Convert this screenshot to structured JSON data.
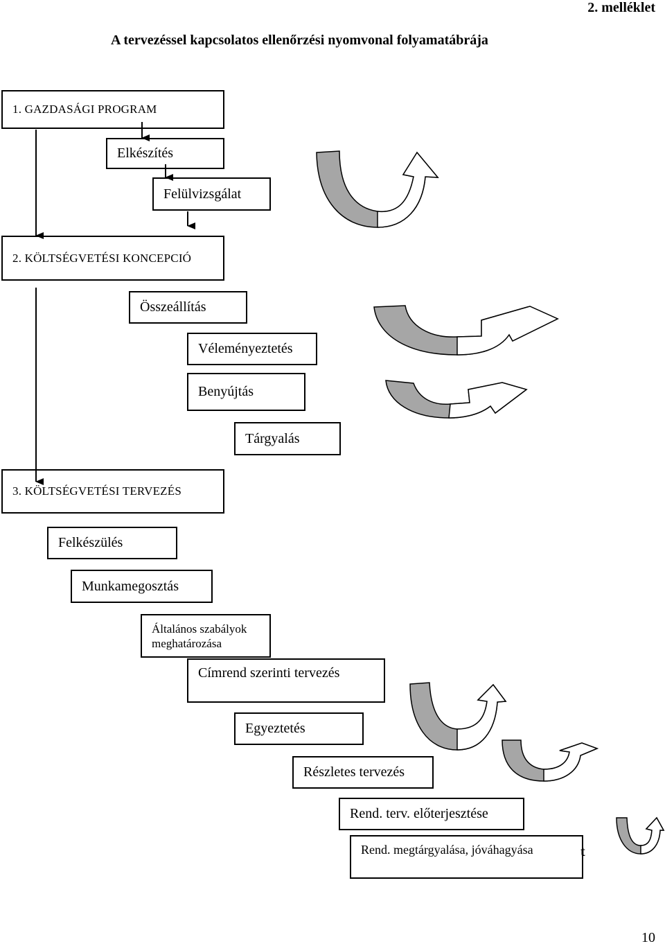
{
  "page": {
    "annex_label": "2. melléklet",
    "title": "A tervezéssel kapcsolatos ellenőrzési nyomvonal folyamatábrája",
    "page_number": "10",
    "stray_char": "t"
  },
  "sections": {
    "s1": {
      "title": "1. GAZDASÁGI PROGRAM",
      "steps": [
        "Elkészítés",
        "Felülvizsgálat"
      ]
    },
    "s2": {
      "title": "2. KÖLTSÉGVETÉSI KONCEPCIÓ",
      "steps": [
        "Összeállítás",
        "Véleményeztetés",
        "Benyújtás",
        "Tárgyalás"
      ]
    },
    "s3": {
      "title": "3. KÖLTSÉGVETÉSI TERVEZÉS",
      "steps": [
        "Felkészülés",
        "Munkamegosztás",
        "Általános szabályok",
        "meghatározása",
        "Címrend szerinti tervezés",
        "Egyeztetés",
        "Részletes tervezés",
        "Rend. terv. előterjesztése",
        "Rend. megtárgyalása, jóváhagyása"
      ]
    }
  },
  "colors": {
    "arrow_fill": "#a6a6a6",
    "line": "#000000"
  },
  "icons": [
    "curved-return-arrow-icon"
  ]
}
